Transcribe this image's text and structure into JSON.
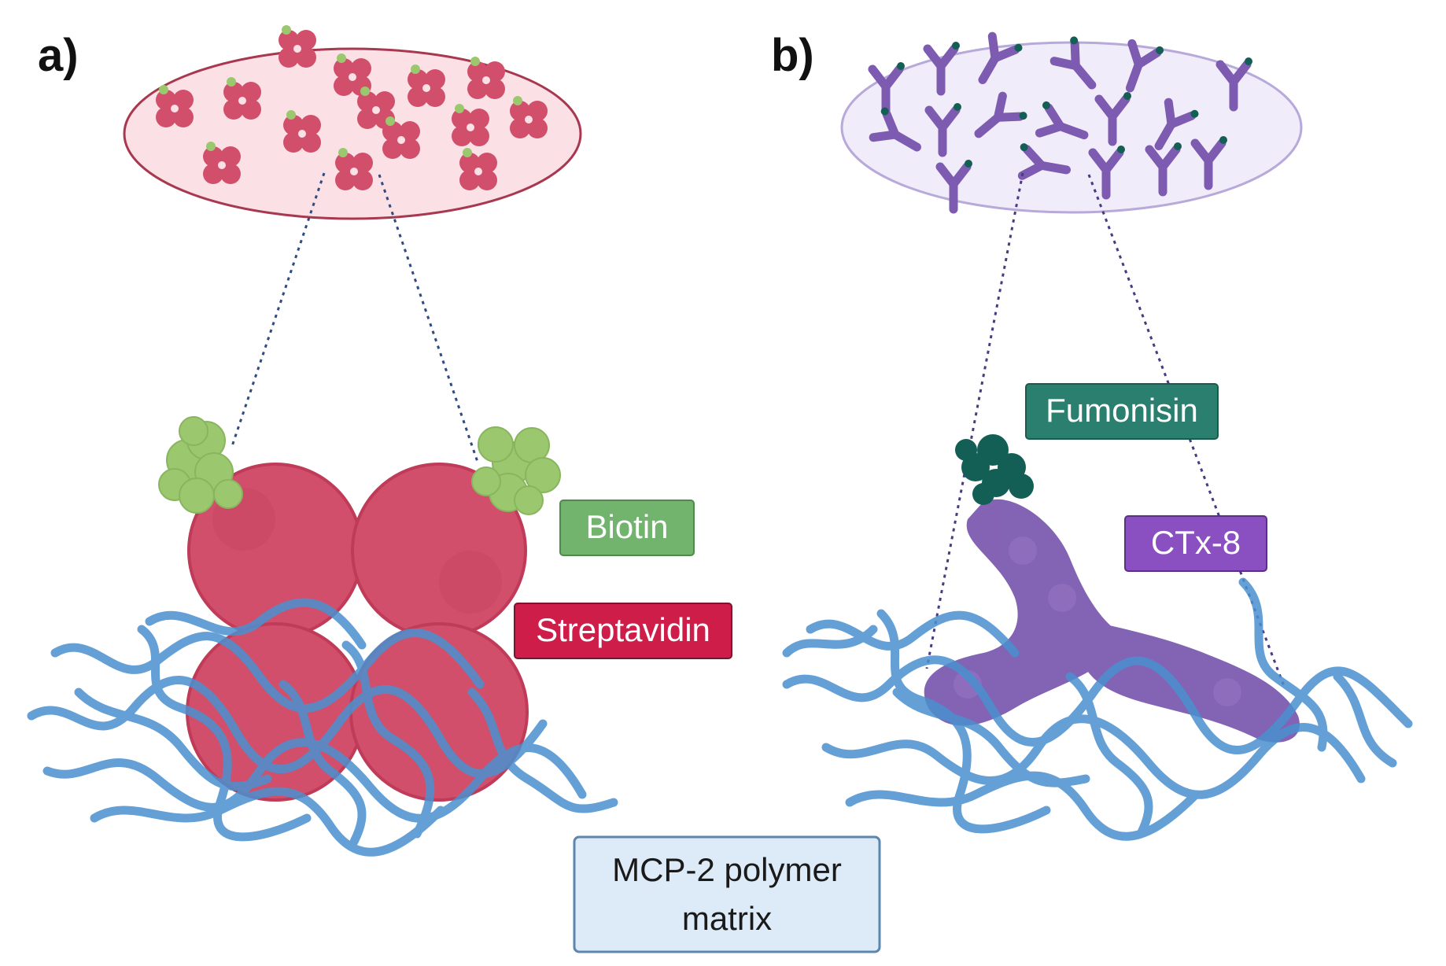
{
  "panels": [
    {
      "id": "a",
      "letter": "a)"
    },
    {
      "id": "b",
      "letter": "b)"
    }
  ],
  "labels": {
    "biotin": "Biotin",
    "streptavidin": "Streptavidin",
    "fumonisin": "Fumonisin",
    "ctx8": "CTx-8",
    "polymer_line1": "MCP-2 polymer",
    "polymer_line2": "matrix"
  },
  "colors": {
    "streptavidin": "#d14f6b",
    "streptavidin_dark": "#c03b58",
    "biotin": "#9bc86e",
    "biotin_label_bg": "#72b36e",
    "streptavidin_label_bg": "#cf1d4a",
    "fumonisin": "#135f55",
    "fumonisin_label_bg": "#2a7f6f",
    "antibody": "#7d5bb0",
    "ctx8_label_bg": "#8a4fc0",
    "polymer": "#4a90cf",
    "polymer_label_bg": "#dcebf7",
    "polymer_label_border": "#5d86ad",
    "ellipse_a_fill": "#fbe1e6",
    "ellipse_a_stroke": "#a8384f",
    "ellipse_b_fill": "#f1ecfa",
    "ellipse_b_stroke": "#b7a9da"
  },
  "icons": [
    "streptavidin-tetramer-icon",
    "antibody-icon",
    "biotin-icon",
    "fumonisin-icon",
    "polymer-strand-icon"
  ]
}
